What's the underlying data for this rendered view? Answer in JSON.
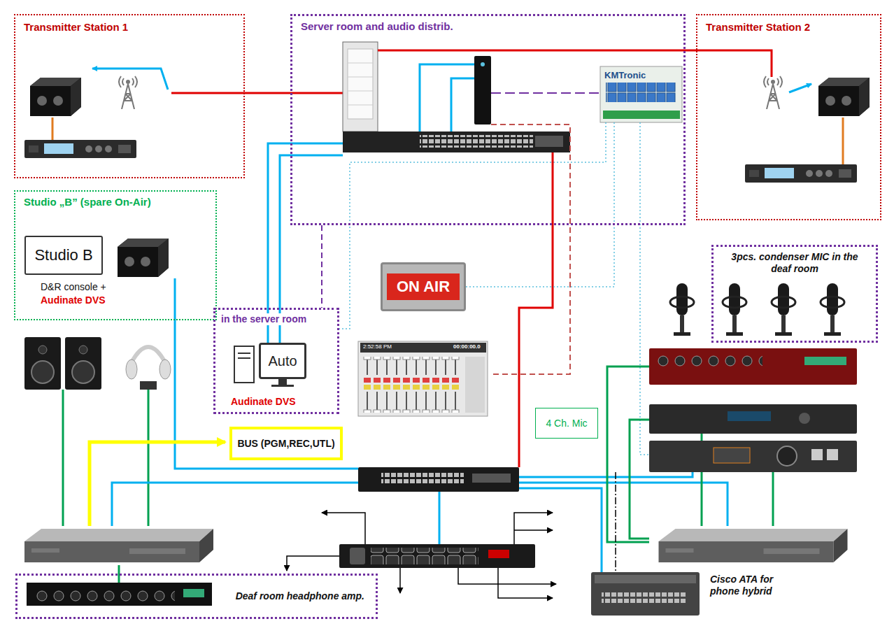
{
  "diagram": {
    "nodes": [
      {
        "text": [
          "Transmitter Station 1"
        ]
      },
      {
        "text": [
          "Server room and audio distrib."
        ]
      },
      {
        "text": [
          "KMTronic"
        ],
        "in": 1
      },
      {
        "text": [
          "Transmitter Station 2"
        ]
      },
      {
        "text": [
          "Studio „B” (spare On-Air)"
        ]
      },
      {
        "text": [
          "Studio B"
        ],
        "in": 4
      },
      {
        "text": [
          "in the server room"
        ]
      },
      {
        "text": [
          "Auto"
        ],
        "in": 6
      },
      {
        "text": [
          "ON AIR"
        ]
      },
      {
        "text": [
          "3pcs. condenser MIC in the deaf room"
        ]
      },
      {
        "text": [
          "4 Ch. Mic"
        ]
      },
      {
        "text": [
          "BUS (PGM,REC,UTL)"
        ]
      },
      {
        "text": [
          "Deaf room headphone amp."
        ]
      }
    ],
    "edges": [
      {
        "from": 1,
        "to": 0,
        "arrow": "none"
      },
      {
        "from": 1,
        "to": 3,
        "arrow": "none"
      },
      {
        "from": 2,
        "to": 8,
        "arrow": "none"
      }
    ],
    "labels": [
      "D&R console +",
      "Audinate DVS",
      "Audinate DVS",
      "2:52:58 PM",
      "00:00:00.0",
      "Cisco ATA for phone hybrid"
    ]
  }
}
